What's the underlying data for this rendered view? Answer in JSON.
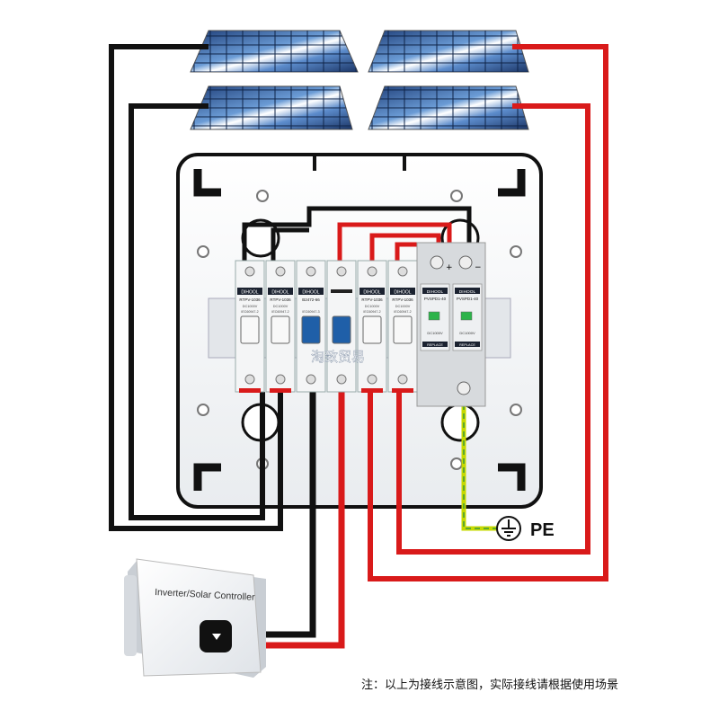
{
  "solar_panels": {
    "count": 4
  },
  "breakers": [
    {
      "brand": "DIHOOL",
      "model": "RTPV-1036",
      "sub": "DC1000V",
      "standard": "IEC60947-2"
    },
    {
      "brand": "DIHOOL",
      "model": "RTPV-1036",
      "sub": "DC1000V",
      "standard": "IEC60947-2"
    },
    {
      "brand": "DIHOOL",
      "model": "B2472-66",
      "sub": "",
      "standard": "IEC60947-3"
    },
    {
      "brand": "",
      "model": "",
      "sub": "",
      "standard": ""
    },
    {
      "brand": "DIHOOL",
      "model": "RTPV-1036",
      "sub": "DC1000V",
      "standard": "IEC60947-2"
    },
    {
      "brand": "DIHOOL",
      "model": "RTPV-1036",
      "sub": "DC1000V",
      "standard": "IEC60947-2"
    }
  ],
  "spd": [
    {
      "brand": "DIHOOL",
      "model": "PVSPD1-40",
      "spec": "DC1000V",
      "label": "REPLACE"
    },
    {
      "brand": "DIHOOL",
      "model": "PVSPD1-40",
      "spec": "DC1000V",
      "label": "REPLACE"
    }
  ],
  "spd_terminals": [
    "+",
    "−"
  ],
  "ground_label": "PE",
  "inverter_label": "Inverter/Solar Controller",
  "watermark": "淘致贸易",
  "footnote": "注：以上为接线示意图，实际接线请根据使用场景",
  "colors": {
    "positive_wire": "#d91a1a",
    "negative_wire": "#111111",
    "ground_wire": "#c7d900",
    "breaker_handle": "#1f5fa8",
    "panel_blue": "#3b6ea8"
  }
}
